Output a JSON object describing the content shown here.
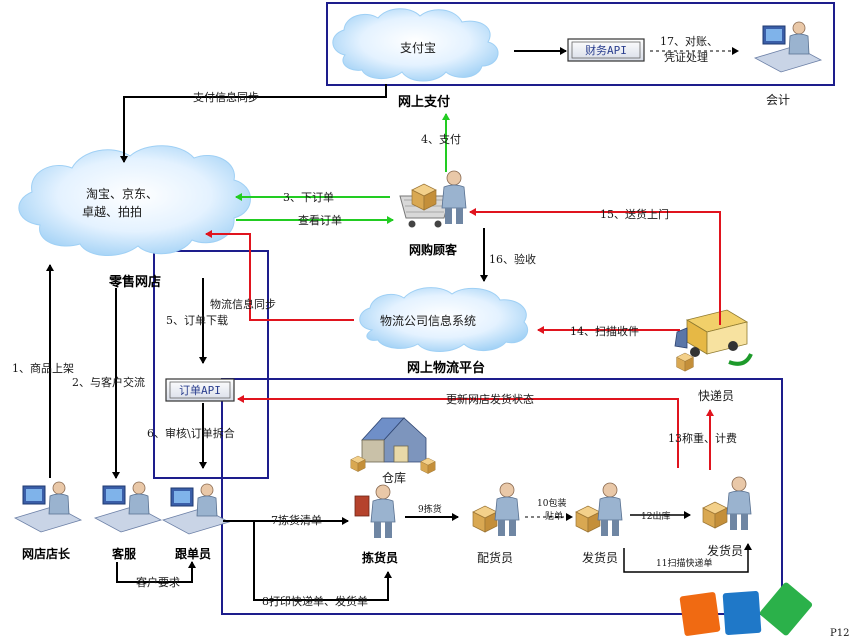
{
  "panels": {
    "payment_title": "网上支付",
    "logistics_title": "网上物流平台",
    "retail_title": "零售网店"
  },
  "clouds": {
    "alipay": "支付宝",
    "marketplaces_line1": "淘宝、京东、",
    "marketplaces_line2": "卓越、拍拍",
    "logistics_system": "物流公司信息系统"
  },
  "apis": {
    "finance_api": "财务API",
    "order_api": "订单API"
  },
  "roles": {
    "accountant": "会计",
    "online_buyer": "网购顾客",
    "courier": "快递员",
    "warehouse": "仓库",
    "shop_manager": "网店店长",
    "customer_service": "客服",
    "order_clerk": "跟单员",
    "picker": "拣货员",
    "allocator": "配货员",
    "shipper1": "发货员",
    "shipper2": "发货员"
  },
  "flows": {
    "reconcile_line1": "17、对账、",
    "reconcile_line2": "凭证处理",
    "pay_sync": "支付信息同步",
    "pay": "4、支付",
    "place_order": "3、下订单",
    "view_order": "查看订单",
    "deliver": "15、送货上门",
    "inspect": "16、验收",
    "scan_receipt": "14、扫描收件",
    "logistics_sync": "物流信息同步",
    "download_order": "5、订单下载",
    "list_goods": "1、商品上架",
    "talk_customer": "2、与客户交流",
    "review_split": "6、审核\\订单拆合",
    "update_status": "更新网店发货状态",
    "weigh_fee": "13称重、计费",
    "pick_list": "7拣货清单",
    "picking": "9拣货",
    "pack_label_line1": "10包装",
    "pack_label_line2": "贴单",
    "out_warehouse": "12出库",
    "scan_express": "11扫描快递单",
    "print_docs": "8打印快递单、发货单",
    "customer_request": "客户要求"
  },
  "page_number": "P12"
}
